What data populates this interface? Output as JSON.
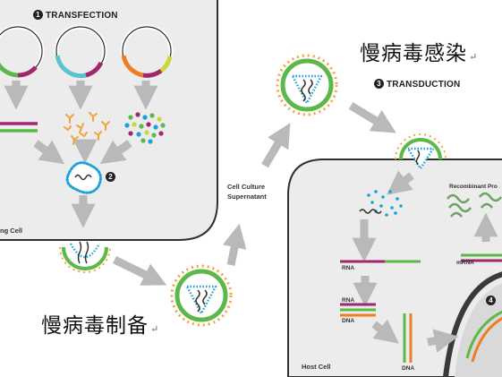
{
  "steps": {
    "transfection": {
      "number": "1",
      "label": "TRANSFECTION"
    },
    "transduction": {
      "number": "3",
      "label": "TRANSDUCTION"
    },
    "packaging_marker": "2",
    "integration_marker": "4"
  },
  "labels": {
    "producer_cell": "ng Cell",
    "supernatant_line1": "Cell Culture",
    "supernatant_line2": "Supernatant",
    "host_cell": "Host Cell",
    "recombinant_protein": "Recombinant Pro",
    "rna_1": "RNA",
    "rna_2": "RNA",
    "dna_1": "DNA",
    "dna_2": "DNA",
    "mrna": "mRNA"
  },
  "annotations": {
    "lentivirus_infection": "慢病毒感染",
    "lentivirus_production": "慢病毒制备",
    "return_mark": "↵"
  },
  "colors": {
    "cell_fill": "#ececec",
    "cell_border": "#2f2f2f",
    "arrow": "#b9b9b9",
    "envelope_green": "#5cb848",
    "envelope_yellow": "#f2a33a",
    "capsid_blue": "#1aa3d9",
    "magenta": "#a0266e",
    "cyan": "#5bc2cf",
    "lime": "#c6d83a",
    "orange": "#ef7e22"
  }
}
